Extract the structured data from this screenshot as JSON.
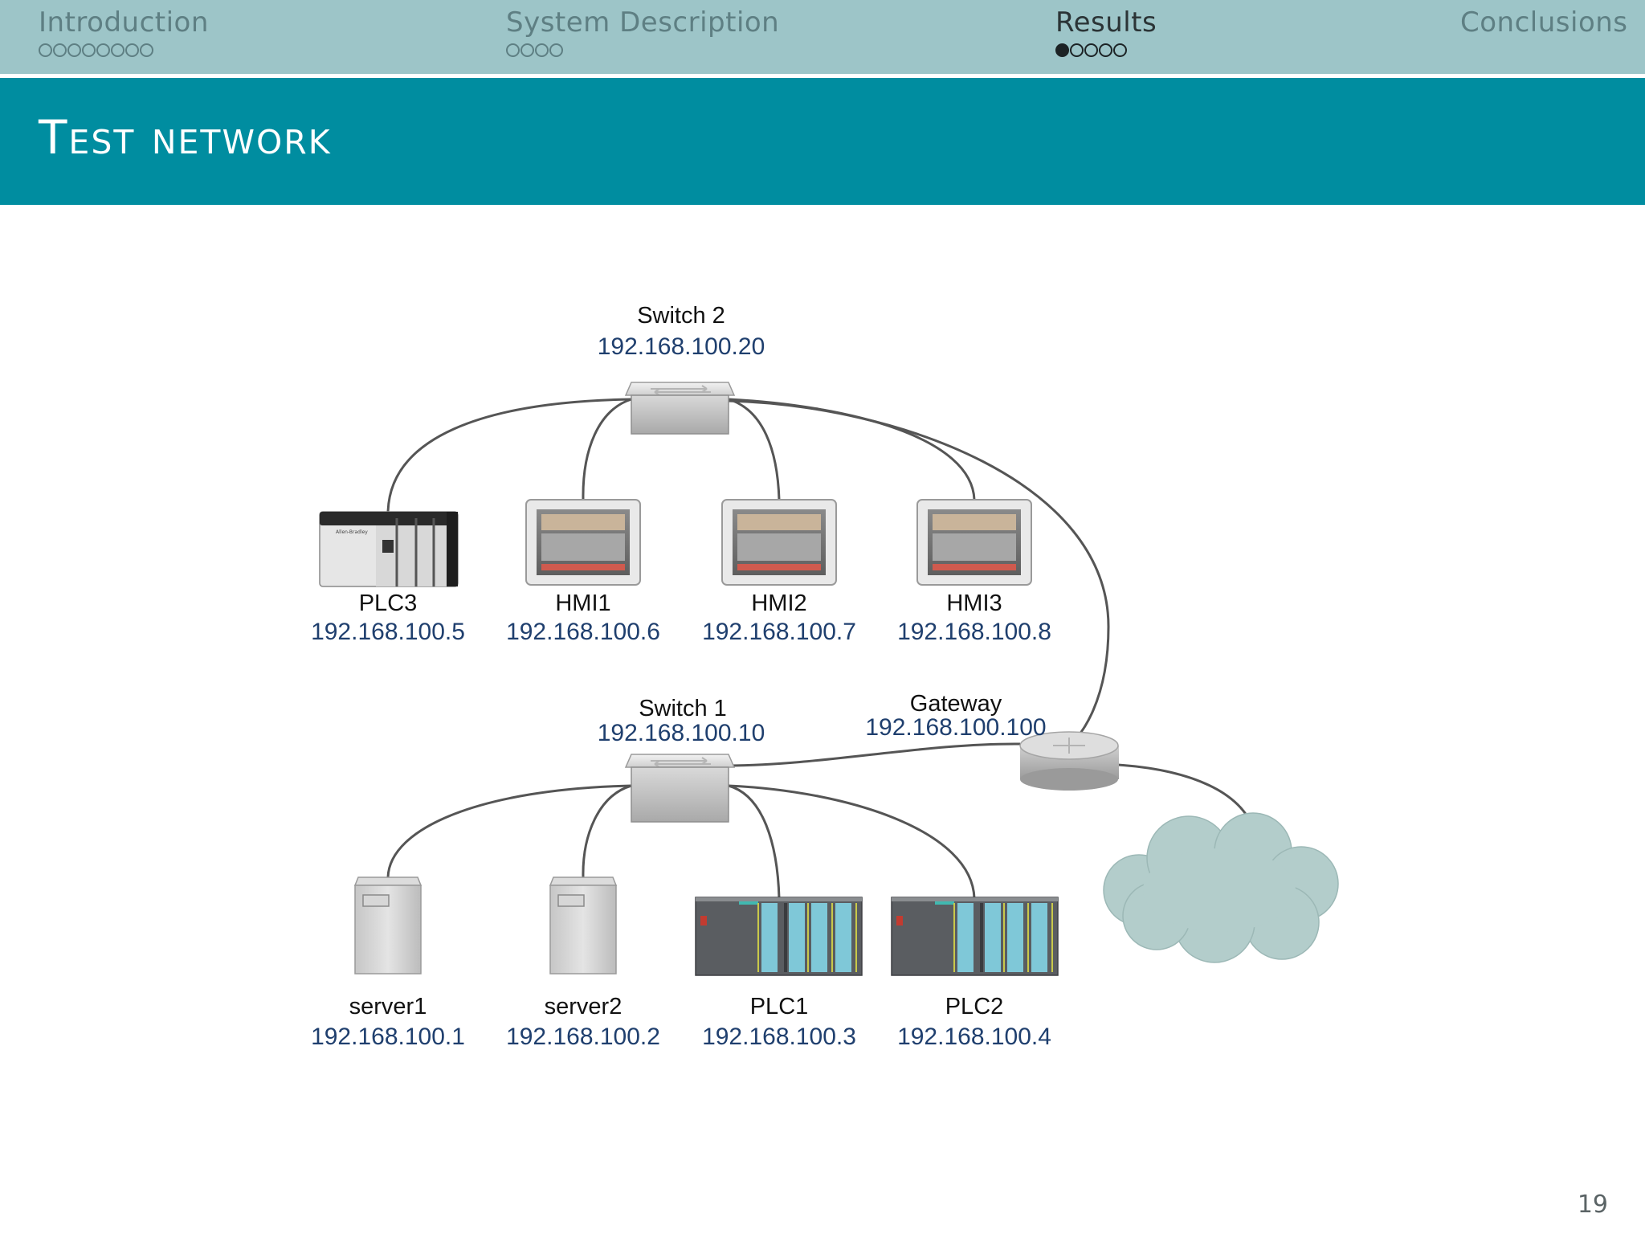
{
  "nav": {
    "sections": [
      {
        "label": "Introduction",
        "dots": 8,
        "current": -1
      },
      {
        "label": "System Description",
        "dots": 4,
        "current": -1
      },
      {
        "label": "Results",
        "dots": 5,
        "current": 0
      },
      {
        "label": "Conclusions",
        "dots": 0,
        "current": -1
      }
    ]
  },
  "frame": {
    "title": "Test network"
  },
  "diagram": {
    "switch2": {
      "name": "Switch 2",
      "ip": "192.168.100.20"
    },
    "switch1": {
      "name": "Switch 1",
      "ip": "192.168.100.10"
    },
    "gateway": {
      "name": "Gateway",
      "ip": "192.168.100.100"
    },
    "plc3": {
      "name": "PLC3",
      "ip": "192.168.100.5"
    },
    "hmi1": {
      "name": "HMI1",
      "ip": "192.168.100.6"
    },
    "hmi2": {
      "name": "HMI2",
      "ip": "192.168.100.7"
    },
    "hmi3": {
      "name": "HMI3",
      "ip": "192.168.100.8"
    },
    "server1": {
      "name": "server1",
      "ip": "192.168.100.1"
    },
    "server2": {
      "name": "server2",
      "ip": "192.168.100.2"
    },
    "plc1": {
      "name": "PLC1",
      "ip": "192.168.100.3"
    },
    "plc2": {
      "name": "PLC2",
      "ip": "192.168.100.4"
    }
  },
  "colors": {
    "label": "#111111",
    "ip": "#1f3f6e",
    "link": "#555555",
    "cloud": "#b3cdcb"
  },
  "page_number": "19"
}
